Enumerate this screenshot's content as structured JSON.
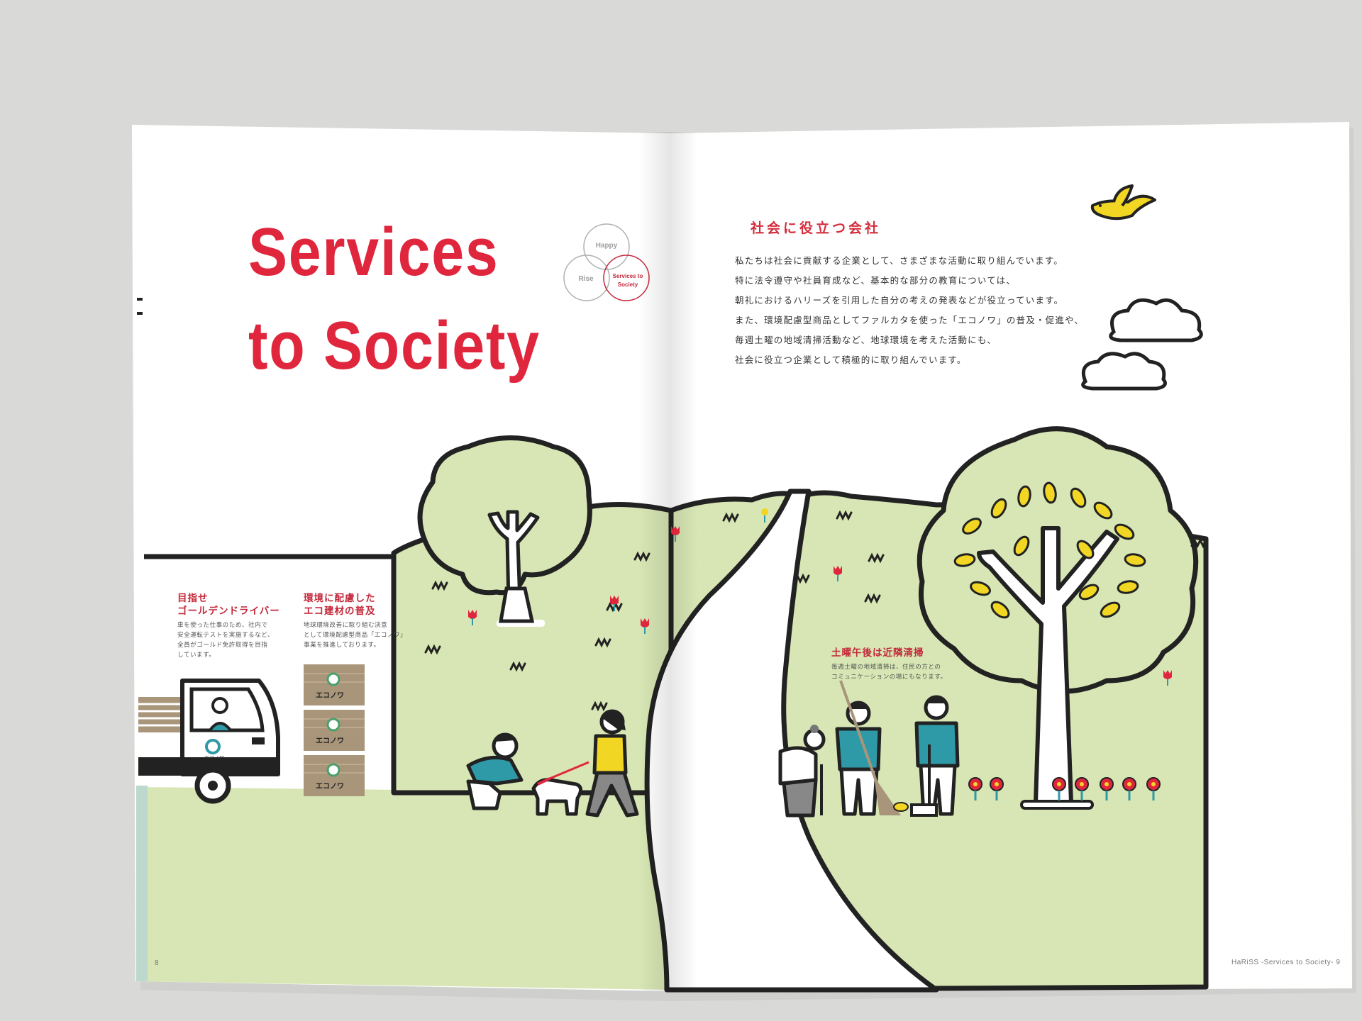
{
  "spread": {
    "left": {
      "title_line1": "Services",
      "title_line2": "to Society",
      "venn": {
        "top": "Happy",
        "left": "Rise",
        "right_line1": "Services to",
        "right_line2": "Society"
      },
      "caption1": {
        "heading": [
          "目指せ",
          "ゴールデンドライバー"
        ],
        "body": [
          "車を使った仕事のため、社内で",
          "安全運転テストを実施するなど、",
          "全員がゴールド免許取得を目指",
          "しています。"
        ]
      },
      "caption2": {
        "heading": [
          "環境に配慮した",
          "エコ建材の普及"
        ],
        "body": [
          "地球環境改善に取り組む決意",
          "として環境配慮型商品「エコノワ」",
          "事業を推進しております。"
        ]
      },
      "product_label": "エコノワ",
      "page_number": "8"
    },
    "right": {
      "heading": "社会に役立つ会社",
      "body": [
        "私たちは社会に貢献する企業として、さまざまな活動に取り組んでいます。",
        "特に法令遵守や社員育成など、基本的な部分の教育については、",
        "朝礼におけるハリーズを引用した自分の考えの発表などが役立っています。",
        "また、環境配慮型商品としてファルカタを使った「エコノワ」の普及・促進や、",
        "毎週土曜の地域清掃活動など、地球環境を考えた活動にも、",
        "社会に役立つ企業として積極的に取り組んでいます。"
      ],
      "caption": {
        "heading": "土曜午後は近隣清掃",
        "body": [
          "毎週土曜の地域清掃は、住民の方との",
          "コミュニケーションの場にもなります。"
        ]
      },
      "footer": "HaRiSS -Services to Society- 9"
    }
  },
  "colors": {
    "accent_red": "#e0263d",
    "meadow_green": "#d7e6b4",
    "leaf_yellow": "#f2d624",
    "shirt_teal": "#2e9aa8",
    "outline": "#222222",
    "background": "#d9d9d7"
  }
}
